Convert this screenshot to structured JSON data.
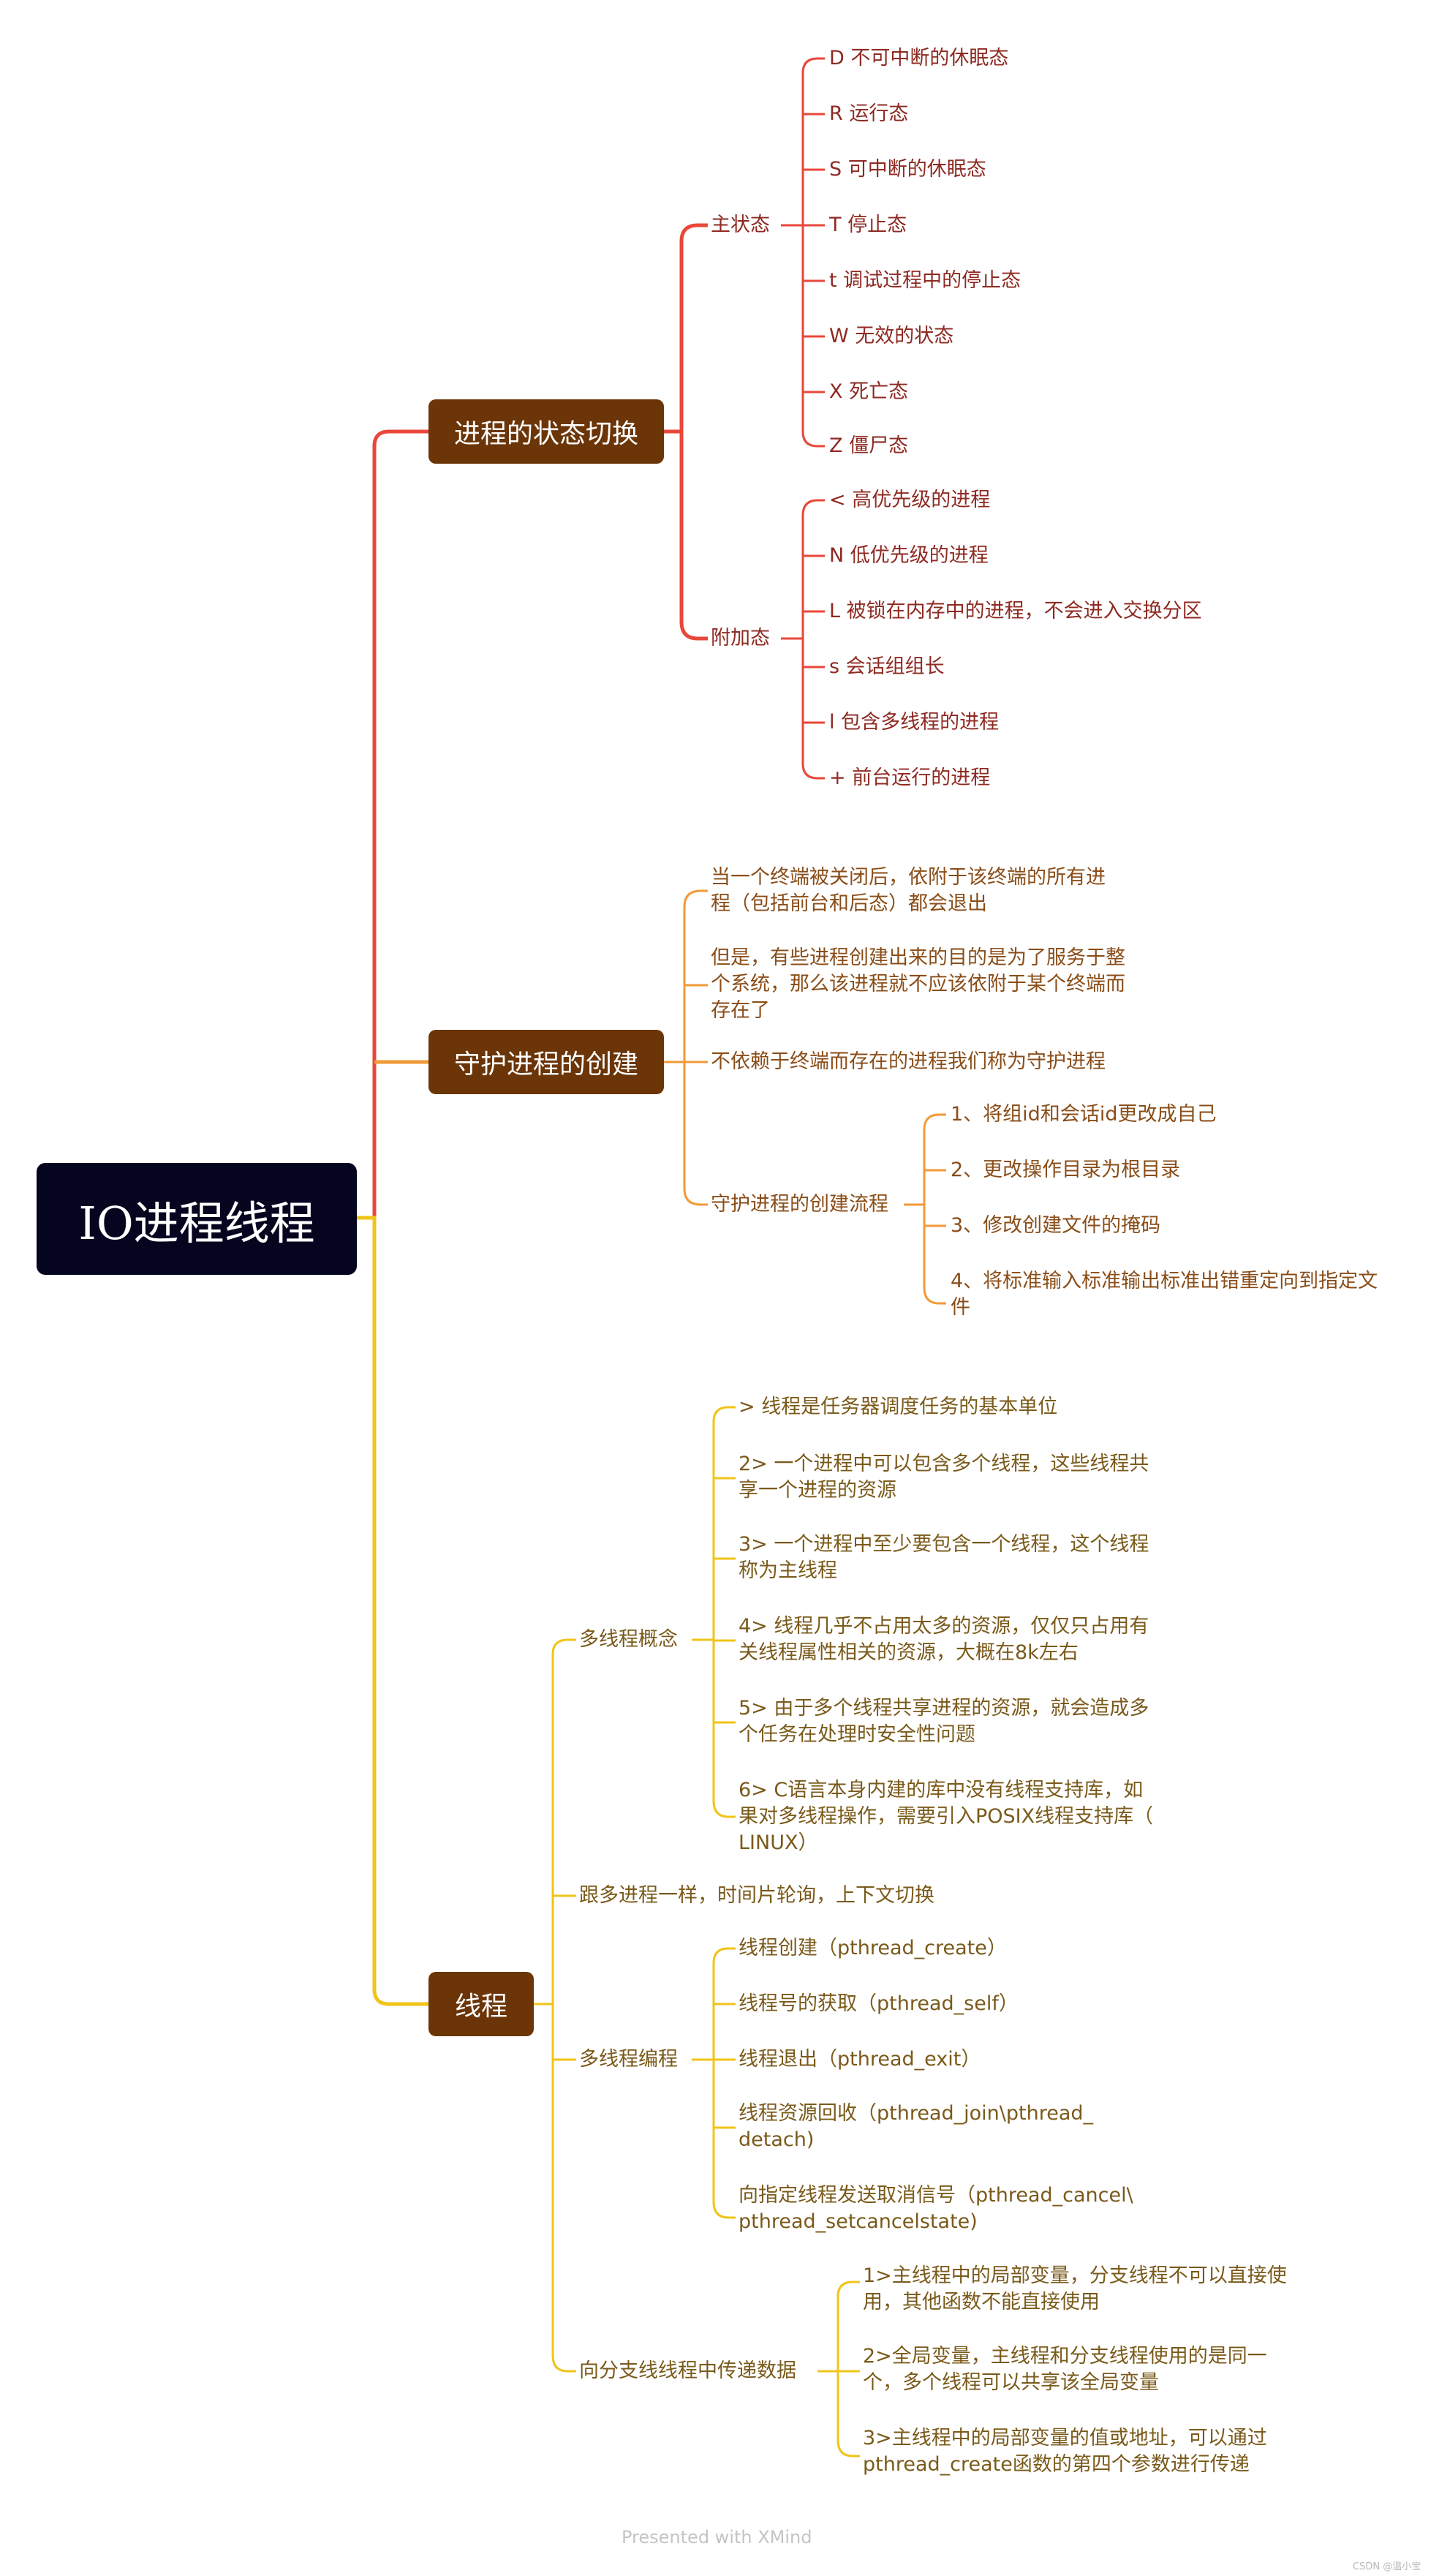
{
  "root": "IO进程线程",
  "branches": {
    "state": {
      "title": "进程的状态切换",
      "main_label": "主状态",
      "main_items": [
        "D 不可中断的休眠态",
        "R 运行态",
        "S 可中断的休眠态",
        "T 停止态",
        "t 调试过程中的停止态",
        "W 无效的状态",
        "X 死亡态",
        "Z 僵尸态"
      ],
      "extra_label": "附加态",
      "extra_items": [
        "< 高优先级的进程",
        "N 低优先级的进程",
        "L 被锁在内存中的进程，不会进入交换分区",
        "s 会话组组长",
        "l 包含多线程的进程",
        "+ 前台运行的进程"
      ]
    },
    "daemon": {
      "title": "守护进程的创建",
      "items": [
        "当一个终端被关闭后，依附于该终端的所有进\n程（包括前台和后态）都会退出",
        "但是，有些进程创建出来的目的是为了服务于整\n个系统，那么该进程就不应该依附于某个终端而\n存在了",
        "不依赖于终端而存在的进程我们称为守护进程"
      ],
      "flow_label": "守护进程的创建流程",
      "flow_items": [
        "1、将组id和会话id更改成自己",
        "2、更改操作目录为根目录",
        "3、修改创建文件的掩码",
        "4、将标准输入标准输出标准出错重定向到指定文\n件"
      ]
    },
    "thread": {
      "title": "线程",
      "concept_label": "多线程概念",
      "concept_items": [
        "> 线程是任务器调度任务的基本单位",
        "2> 一个进程中可以包含多个线程，这些线程共\n享一个进程的资源",
        "3> 一个进程中至少要包含一个线程，这个线程\n称为主线程",
        "4> 线程几乎不占用太多的资源，仅仅只占用有\n关线程属性相关的资源，大概在8k左右",
        "5> 由于多个线程共享进程的资源，就会造成多\n个任务在处理时安全性问题",
        "6> C语言本身内建的库中没有线程支持库，如\n果对多线程操作，需要引入POSIX线程支持库（\nLINUX）"
      ],
      "like_process": "跟多进程一样，时间片轮询，上下文切换",
      "prog_label": "多线程编程",
      "prog_items": [
        "线程创建（pthread_create）",
        "线程号的获取（pthread_self）",
        "线程退出（pthread_exit）",
        "线程资源回收（pthread_join\\pthread_\ndetach)",
        "向指定线程发送取消信号（pthread_cancel\\\npthread_setcancelstate)"
      ],
      "pass_label": "向分支线线程中传递数据",
      "pass_items": [
        "1>主线程中的局部变量，分支线程不可以直接使\n用，其他函数不能直接使用",
        "2>全局变量，主线程和分支线程使用的是同一\n个，多个线程可以共享该全局变量",
        "3>主线程中的局部变量的值或地址，可以通过\npthread_create函数的第四个参数进行传递"
      ]
    }
  },
  "colors": {
    "red": "#e8473a",
    "orange": "#f29a38",
    "yellow": "#f0c419",
    "node_fill": "#6b3508",
    "root_fill": "#050520"
  },
  "footer": "Presented with XMind",
  "watermark": "CSDN @温小宝"
}
